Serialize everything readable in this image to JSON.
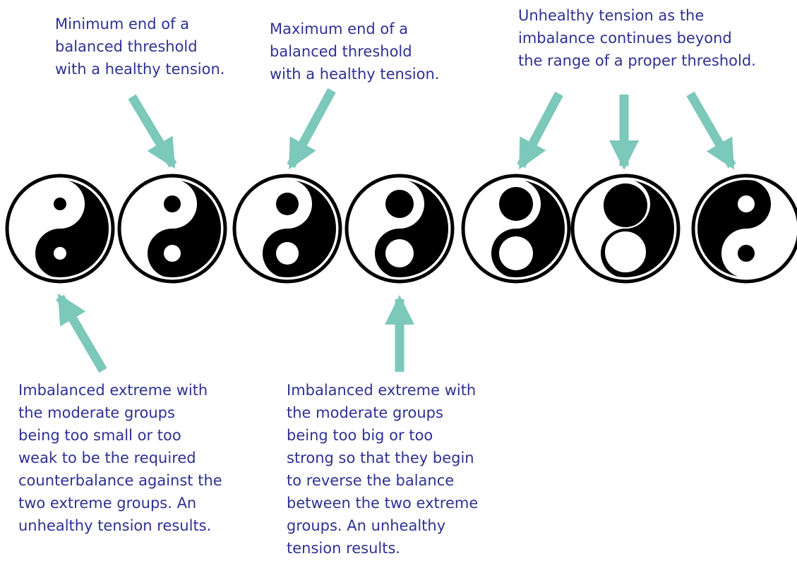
{
  "labels": {
    "min_threshold": "Minimum end of a\nbalanced threshold\nwith a healthy tension.",
    "max_threshold": "Maximum end of a\nbalanced threshold\nwith a healthy tension.",
    "unhealthy_beyond": "Unhealthy tension as the\nimbalance continues beyond\nthe range of a proper threshold.",
    "too_small": "Imbalanced extreme with\nthe moderate groups\nbeing too small or too\nweak to be the required\ncounterbalance against the\ntwo extreme groups. An\nunhealthy tension results.",
    "too_big": "Imbalanced extreme with\nthe moderate groups\nbeing too big or too\nstrong so that they begin\nto reverse the balance\nbetween the two extreme\ngroups. An unhealthy\ntension results."
  },
  "colors": {
    "text": "#2e3192",
    "arrow": "#7cc8bb",
    "ink": "#000000",
    "paper": "#ffffff"
  },
  "icons": [
    "yin-yang-icon-1",
    "yin-yang-icon-2",
    "yin-yang-icon-3",
    "yin-yang-icon-4",
    "yin-yang-icon-5",
    "yin-yang-icon-6",
    "yin-yang-icon-7"
  ]
}
